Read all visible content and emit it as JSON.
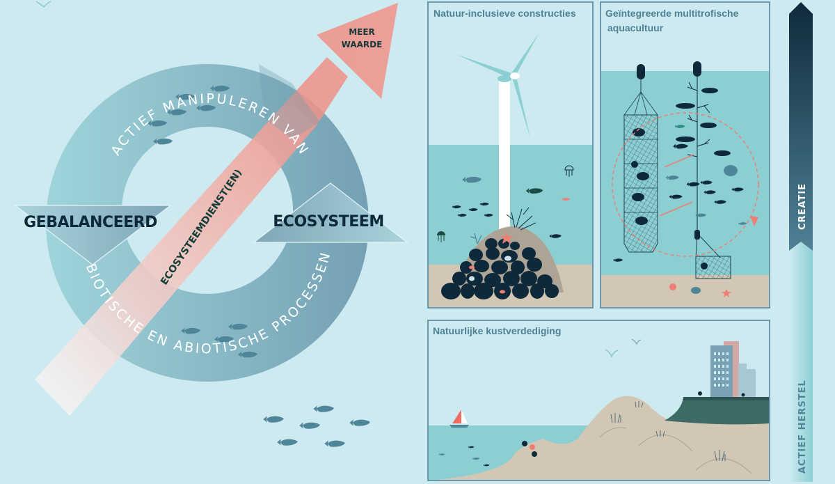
{
  "diagram": {
    "ring": {
      "top_text": "ACTIEF MANIPULEREN VAN",
      "bottom_text": "BIOTISCHE EN ABIOTISCHE PROCESSEN"
    },
    "left_label": "GEBALANCEERD",
    "right_label": "ECOSYSTEEM",
    "arrow": {
      "shaft_text": "ECOSYSTEEMDIENST(EN)",
      "head_text_line1": "MEER",
      "head_text_line2": "WAARDE"
    }
  },
  "panels": [
    {
      "title": "Natuur-inclusieve constructies"
    },
    {
      "title_line1": "Geïntegreerde multitrofische",
      "title_line2": "aquacultuur"
    },
    {
      "title": "Natuurlijke kustverdediging"
    }
  ],
  "scale_bar": {
    "top_label": "CREATIE",
    "bottom_label": "ACTIEF HERSTEL"
  },
  "colors": {
    "background": "#cdeaf1",
    "ring": "#7fb2c0",
    "arrow": "#ef9a91",
    "dark_navy": "#0e2a3a",
    "water": "#8ccfd2",
    "sand": "#d2c7b4",
    "panel_border": "#6a9aab"
  }
}
